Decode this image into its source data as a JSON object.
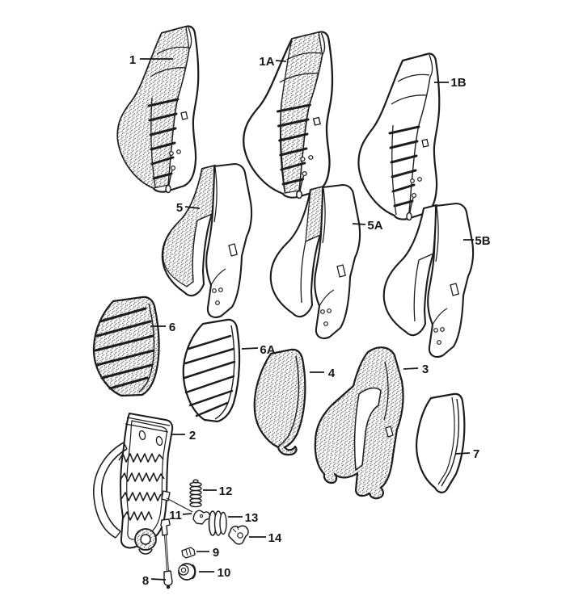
{
  "diagram": {
    "type": "exploded-parts-diagram",
    "subject": "seat-backrest-components",
    "background_color": "#ffffff",
    "line_color": "#1c1c1c",
    "stipple_color": "#555555",
    "callouts": [
      {
        "id": "part-1",
        "text": "1"
      },
      {
        "id": "part-1A",
        "text": "1A"
      },
      {
        "id": "part-1B",
        "text": "1B"
      },
      {
        "id": "part-5",
        "text": "5"
      },
      {
        "id": "part-5A",
        "text": "5A"
      },
      {
        "id": "part-5B",
        "text": "5B"
      },
      {
        "id": "part-6",
        "text": "6"
      },
      {
        "id": "part-6A",
        "text": "6A"
      },
      {
        "id": "part-2",
        "text": "2"
      },
      {
        "id": "part-12",
        "text": "12"
      },
      {
        "id": "part-11",
        "text": "11"
      },
      {
        "id": "part-13",
        "text": "13"
      },
      {
        "id": "part-14",
        "text": "14"
      },
      {
        "id": "part-9",
        "text": "9"
      },
      {
        "id": "part-10",
        "text": "10"
      },
      {
        "id": "part-8",
        "text": "8"
      },
      {
        "id": "part-4",
        "text": "4"
      },
      {
        "id": "part-3",
        "text": "3"
      },
      {
        "id": "part-7",
        "text": "7"
      }
    ]
  }
}
